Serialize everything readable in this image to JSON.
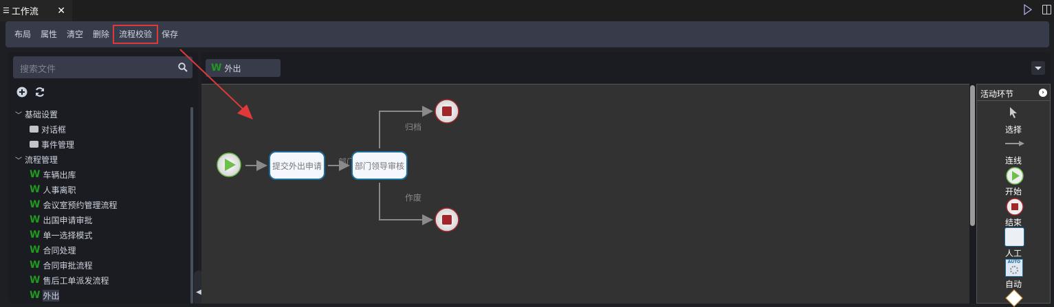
{
  "tab": {
    "title": "工作流",
    "close": "✕"
  },
  "toolbar": [
    "布局",
    "属性",
    "清空",
    "删除",
    "流程校验",
    "保存"
  ],
  "search": {
    "placeholder": "搜索文件"
  },
  "tree": [
    {
      "label": "基础设置",
      "type": "group"
    },
    {
      "label": "对话框",
      "type": "folder"
    },
    {
      "label": "事件管理",
      "type": "folder"
    },
    {
      "label": "流程管理",
      "type": "group"
    },
    {
      "label": "车辆出库",
      "type": "flow"
    },
    {
      "label": "人事离职",
      "type": "flow"
    },
    {
      "label": "会议室预约管理流程",
      "type": "flow"
    },
    {
      "label": "出国申请审批",
      "type": "flow"
    },
    {
      "label": "单一选择模式",
      "type": "flow"
    },
    {
      "label": "合同处理",
      "type": "flow"
    },
    {
      "label": "合同审批流程",
      "type": "flow"
    },
    {
      "label": "售后工单派发流程",
      "type": "flow"
    },
    {
      "label": "外出",
      "type": "flow",
      "selected": true
    }
  ],
  "file_tab": {
    "icon": "W",
    "label": "外出"
  },
  "diagram": {
    "task1": "提交外出申请",
    "task2": "部门领导审核",
    "edge_label": "部门",
    "branch_top": "归档",
    "branch_bottom": "作废"
  },
  "palette": {
    "title": "活动环节",
    "items": [
      "选择",
      "连线",
      "开始",
      "结束",
      "人工",
      "自动"
    ]
  },
  "colors": {
    "accent": "#e0393a",
    "start": "#6cbf4a",
    "end": "#a3262a",
    "task_border": "#1a6ea0"
  }
}
